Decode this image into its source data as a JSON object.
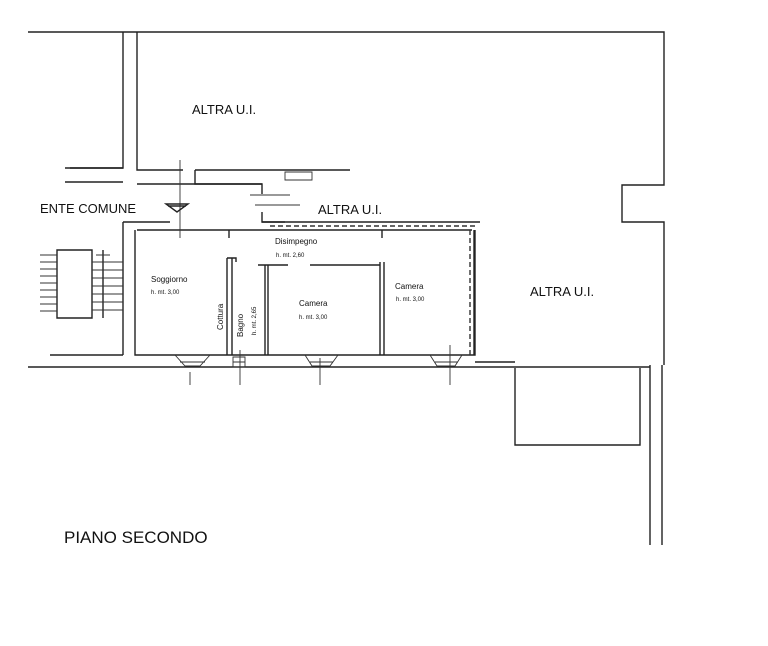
{
  "plan": {
    "floor_title": "PIANO SECONDO",
    "areas": {
      "altra_ui_top": "ALTRA U.I.",
      "altra_ui_middle": "ALTRA U.I.",
      "altra_ui_right": "ALTRA U.I.",
      "ente_comune": "ENTE COMUNE"
    },
    "rooms": [
      {
        "name": "Soggiorno",
        "height": "h. mt. 3,00"
      },
      {
        "name": "Cottura",
        "height": ""
      },
      {
        "name": "Bagno",
        "height": "h. mt. 2,65"
      },
      {
        "name": "Disimpegno",
        "height": "h. mt. 2,60"
      },
      {
        "name": "Camera",
        "height": "h. mt. 3,00"
      },
      {
        "name": "Camera",
        "height": "h. mt. 3,00"
      }
    ]
  }
}
